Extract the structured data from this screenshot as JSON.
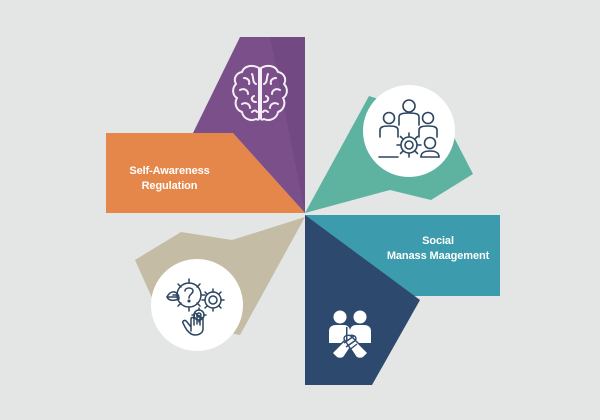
{
  "diagram": {
    "title": "",
    "background_color": "#e3e6e5",
    "segments": [
      {
        "id": "purple",
        "color": "#7b4f8a",
        "icon": "brain-icon",
        "label_lines": []
      },
      {
        "id": "teal",
        "color": "#5eb3a0",
        "icon": "team-gear-icon",
        "label_lines": []
      },
      {
        "id": "blue",
        "color": "#3c9bad",
        "icon": "",
        "label_lines": [
          "Social",
          "Manass Maagement"
        ]
      },
      {
        "id": "navy",
        "color": "#2d4a6e",
        "icon": "handshake-people-icon",
        "label_lines": []
      },
      {
        "id": "tan",
        "color": "#c4bca4",
        "icon": "gears-mind-hand-icon",
        "label_lines": []
      },
      {
        "id": "orange",
        "color": "#e5874a",
        "icon": "",
        "label_lines": [
          "Self-Awareness",
          "Regulation"
        ]
      }
    ],
    "labels": {
      "orange": {
        "line1": "Self-Awareness",
        "line2": "Regulation"
      },
      "blue": {
        "line1": "Social",
        "line2": "Manass Maagement"
      }
    },
    "icon_stroke_color": "#2c4560"
  }
}
